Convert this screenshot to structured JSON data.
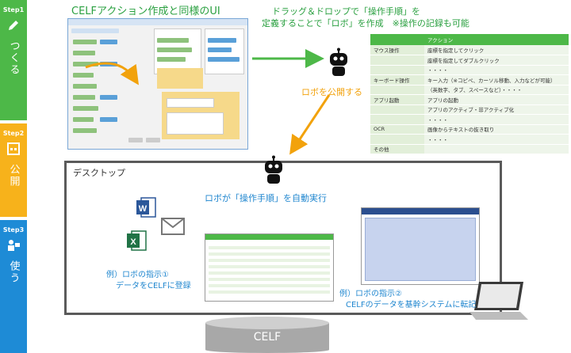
{
  "steps": [
    {
      "num": "Step1",
      "label": "つくる",
      "icon": "pencil-icon",
      "color": "#4db848"
    },
    {
      "num": "Step2",
      "label": "公開",
      "icon": "window-grid-icon",
      "color": "#f7b21b"
    },
    {
      "num": "Step3",
      "label": "使う",
      "icon": "user-robot-icon",
      "color": "#1e8bd6"
    }
  ],
  "celf_ui_title": "CELFアクション作成と同様のUI",
  "dnd_text": {
    "line1": "ドラッグ＆ドロップで「操作手順」を",
    "line2": "定義することで「ロボ」を作成　※操作の記録も可能"
  },
  "publish_label": "ロボを公開する",
  "table": {
    "header": [
      "",
      "アクション"
    ],
    "rows": [
      {
        "cat": "マウス操作",
        "item": "座標を指定してクリック"
      },
      {
        "cat": "",
        "item": "座標を指定してダブルクリック"
      },
      {
        "cat": "",
        "item": "・・・・"
      },
      {
        "cat": "キーボード操作",
        "item": "キー入力（※コピペ、カーソル移動、入力などが可能）"
      },
      {
        "cat": "",
        "item": "（英数字、タブ、スペースなど）・・・・"
      },
      {
        "cat": "アプリ起動",
        "item": "アプリの起動"
      },
      {
        "cat": "",
        "item": "アプリのアクティブ・非アクティブ化"
      },
      {
        "cat": "",
        "item": "・・・・"
      },
      {
        "cat": "OCR",
        "item": "画像からテキストの抜き取り"
      },
      {
        "cat": "",
        "item": "・・・・"
      },
      {
        "cat": "その他",
        "item": ""
      }
    ]
  },
  "desktop_label": "デスクトップ",
  "auto_exec_label": "ロボが「操作手順」を自動実行",
  "example1": {
    "line1": "例）ロボの指示①",
    "line2": "データをCELFに登録"
  },
  "example2": {
    "line1": "例）ロボの指示②",
    "line2": "CELFのデータを基幹システムに転記"
  },
  "cylinder_label": "CELF",
  "colors": {
    "green": "#4db848",
    "orange": "#f2a20c",
    "blue": "#1f86cf",
    "dark": "#5a5a5a"
  }
}
